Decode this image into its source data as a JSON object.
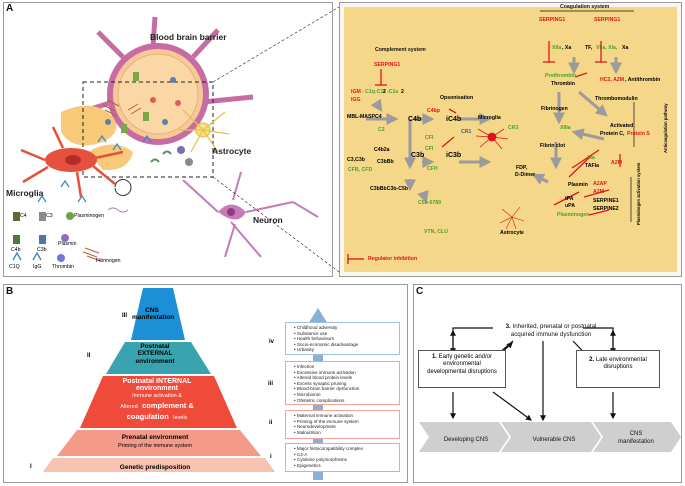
{
  "panel_a": {
    "label": "A",
    "left": {
      "bbb_title": "Blood brain barrier",
      "astrocyte": "Astrocyte",
      "microglia": "Microglia",
      "neuron": "Neuron",
      "legend": {
        "c4": "C4",
        "c3": "C3",
        "plasminogen": "Plasminogen",
        "c4b": "C4b",
        "c3b": "C3b",
        "plasmin": "Plasmin",
        "c1q": "C1Q",
        "igg": "IgG",
        "thrombin": "Thrombin",
        "fibrinogen": "Fibrinogen"
      }
    },
    "right": {
      "complement_title": "Complement system",
      "coagulation_title": "Coagulation system",
      "serping1_a": "SERPING1",
      "igm": "IGM",
      "c1q_c1r": "- C1q-C1r",
      "two_a": "2",
      "c1s": "-C1s",
      "two_b": "2",
      "igg": "IGG",
      "mbl": "MBL-MASP",
      "c4_node": "C4",
      "c2": "C2",
      "c4b2a": "C4b2a",
      "c3c3b": "C3,C3b",
      "c3bbb": "C3bBb",
      "c3bbbc3bcb": "C3bBbC3b-C5b",
      "cfb_cfd": "CFB, CFD",
      "opsonisation": "Opsonisation",
      "c4bp": "C4bp",
      "c4b": "C4b",
      "ic4b": "iC4b",
      "cfi_1": "CFI",
      "c3b": "C3b",
      "ic3b": "iC3b",
      "cfi_2": "CFI",
      "cfh": "CFH",
      "cr1": "CR1",
      "microglia": "Microglia",
      "cr3": "CR3",
      "c5b6789": "C5b-6789",
      "vtn_clu": "VTN, CLU",
      "serping1_b": "SERPING1",
      "serping1_c": "SERPING1",
      "xiia_xa": ", Xa",
      "xiia": "XIIa",
      "tf": "TF,",
      "viia_xia": "VIIa, XIa,",
      "xa2": "Xa",
      "prothrombin": "Prothrombin,",
      "thrombin": "Thrombin",
      "hc2a2m": "HC2, A2M",
      "antithrombin": ", Antithrombin",
      "thrombomodulin": "Thrombomodulin",
      "fibrinogen": "Fibrinogen",
      "xiiia": "XIIIa",
      "activated": "Activated",
      "protein_c": "Protein C,",
      "protein_s": "Protein S",
      "anticoag": "Anticoagulation pathway",
      "fibrin_clot": "Fibrin clot",
      "xia": "XIa",
      "tafia": "TAFIa",
      "a2m": "A2M",
      "fdp": "FDP,",
      "ddimer": "D-Dimer",
      "plasmin": "Plasmin",
      "a2ap": "A2AP",
      "a2m2": "A2M",
      "tpa": "tPA",
      "upa": "uPA",
      "serpine1": "SERPINE1",
      "serpine2": "SERPINE2",
      "plasminogen": "Plasminogen",
      "plasminogen_act": "Plasminogen activation system",
      "astrocyte": "Astrocyte",
      "regulator": "Regulator inhibition"
    }
  },
  "panel_b": {
    "label": "B",
    "levels": [
      {
        "numeral": "III",
        "lines": [
          "CNS",
          "manifestation"
        ]
      },
      {
        "numeral": "II",
        "lines": [
          "Postnatal",
          "EXTERNAL",
          "environment"
        ]
      },
      {
        "numeral": "",
        "lines": [
          "Postnatal INTERNAL",
          "environment",
          "Immune activation &",
          "Altered",
          "complement &",
          "coagulation",
          "levels"
        ]
      },
      {
        "numeral": "",
        "lines": [
          "Prenatal environment",
          "Priming of the immune system"
        ]
      },
      {
        "numeral": "I",
        "lines": [
          "Genetic predisposition"
        ]
      }
    ],
    "cards": [
      {
        "roman": "iv",
        "items": [
          "Childhood adversity",
          "Substance use",
          "Health behaviours",
          "Socio-economic disadvantage",
          "Urbanity"
        ]
      },
      {
        "roman": "iii",
        "items": [
          "Infection",
          "Excessive immune activation",
          "Altered blood protein levels",
          "Excess synaptic pruning",
          "Blood-brain barrier dysfunction",
          "Microbiome",
          "Obstetric complications"
        ]
      },
      {
        "roman": "ii",
        "items": [
          "Maternal immune activation",
          "Priming of the immune system",
          "Neurodevelopment",
          "Malnutrition"
        ]
      },
      {
        "roman": "i",
        "items": [
          "Major histocompatibility complex",
          "C4-A",
          "Cytokine polymorphisms",
          "Epigenetics"
        ]
      }
    ]
  },
  "panel_c": {
    "label": "C",
    "box3_num": "3.",
    "box3": [
      "Inherited, prenatal or postnatal",
      "acquired immune dysfunction"
    ],
    "box1_num": "1.",
    "box1": [
      "Early genetic and/or",
      "environmental",
      "developmental disruptions"
    ],
    "box2_num": "2.",
    "box2": [
      "Late environmental",
      "disruptions"
    ],
    "stage1": "Developing CNS",
    "stage2": "Vulnerable CNS",
    "stage3": [
      "CNS",
      "manifestation"
    ]
  },
  "colors": {
    "panel_bg": "#f5d789",
    "red": "#e0141c",
    "green": "#4aa12a",
    "blue": "#1d63b7",
    "tier1": "#1d8fd6",
    "tier2": "#3aa3b0",
    "tier3": "#f04a3a",
    "tier4": "#f39a88",
    "tier5": "#f7c2b0"
  }
}
